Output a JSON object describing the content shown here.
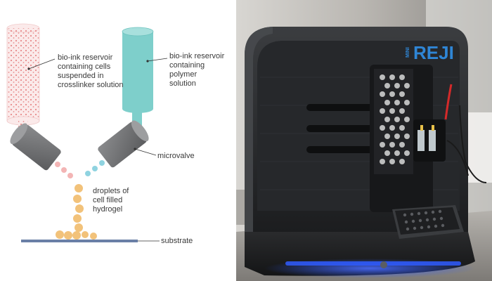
{
  "diagram": {
    "labels": {
      "cell_reservoir": "bio-ink reservoir\ncontaining cells\nsuspended in\ncrosslinker solution",
      "polymer_reservoir": "bio-ink reservoir\ncontaining polymer\nsolution",
      "microvalve": "microvalve",
      "droplets": "droplets of\ncell filled\nhydrogel",
      "substrate": "substrate"
    },
    "colors": {
      "cell_reservoir_fill": "#fbeaea",
      "cell_dots": "#e06a6a",
      "polymer_reservoir_fill": "#7ecfcb",
      "valve_body": "#6d6e70",
      "droplet_cells": "#f2c27a",
      "droplet_polymer": "#8fd3e0",
      "substrate": "#6a7fa6"
    }
  },
  "photo": {
    "brand_small": "MINI",
    "brand_large": "REJI",
    "brand_color": "#2f86d6",
    "base_light_color": "#2f5cff"
  }
}
